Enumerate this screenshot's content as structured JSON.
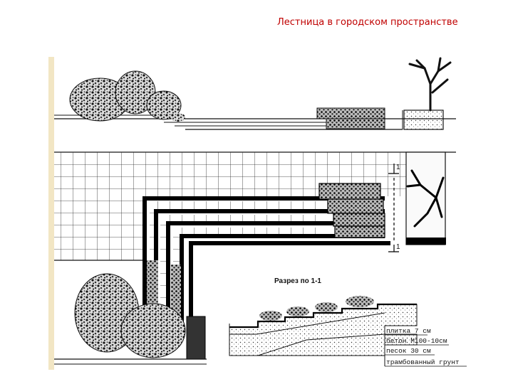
{
  "title": "Лестница в городском пространстве",
  "drawing": {
    "section_marker_top": "1",
    "section_marker_bottom": "1",
    "section_title": "Разрез по 1-1",
    "layers": [
      {
        "label": "плитка 7 см"
      },
      {
        "label": "бетон М100-10см"
      },
      {
        "label": "песок 30 см"
      },
      {
        "label": "трамбованный грунт"
      }
    ]
  },
  "colors": {
    "title": "#c00000",
    "ink": "#111111",
    "frame": "#f2e6c4"
  }
}
